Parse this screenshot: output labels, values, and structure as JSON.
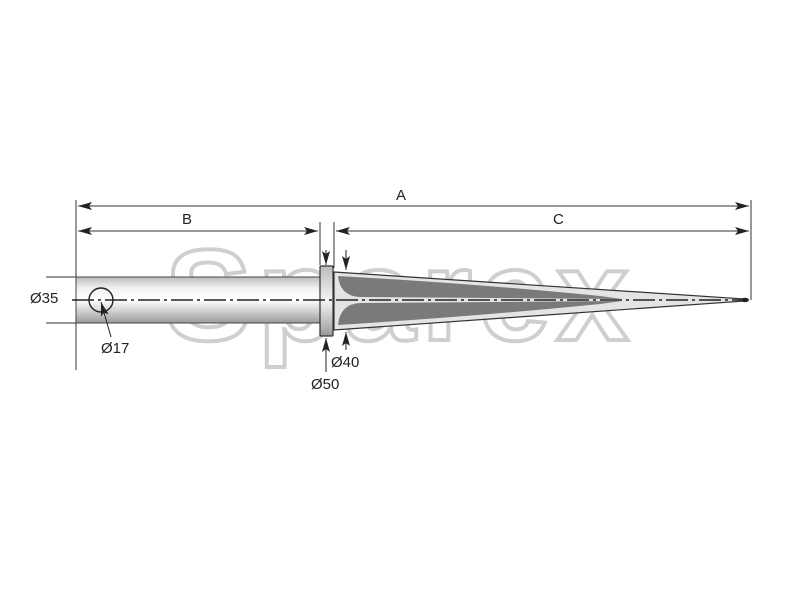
{
  "watermark": {
    "text": "Sparex",
    "color": "#cfcfcf"
  },
  "part": {
    "type": "bale-spike",
    "shaft_color": "#d8d8d8",
    "taper_shade_color": "#7a7a7a",
    "outline_color": "#333333"
  },
  "dimensions": {
    "overall_length": {
      "label": "A"
    },
    "shank_length": {
      "label": "B"
    },
    "taper_length": {
      "label": "C"
    },
    "shank_diameter": {
      "label": "Ø35"
    },
    "hole_diameter": {
      "label": "Ø17"
    },
    "collar_diameter": {
      "label": "Ø50"
    },
    "taper_base_diameter": {
      "label": "Ø40"
    }
  }
}
